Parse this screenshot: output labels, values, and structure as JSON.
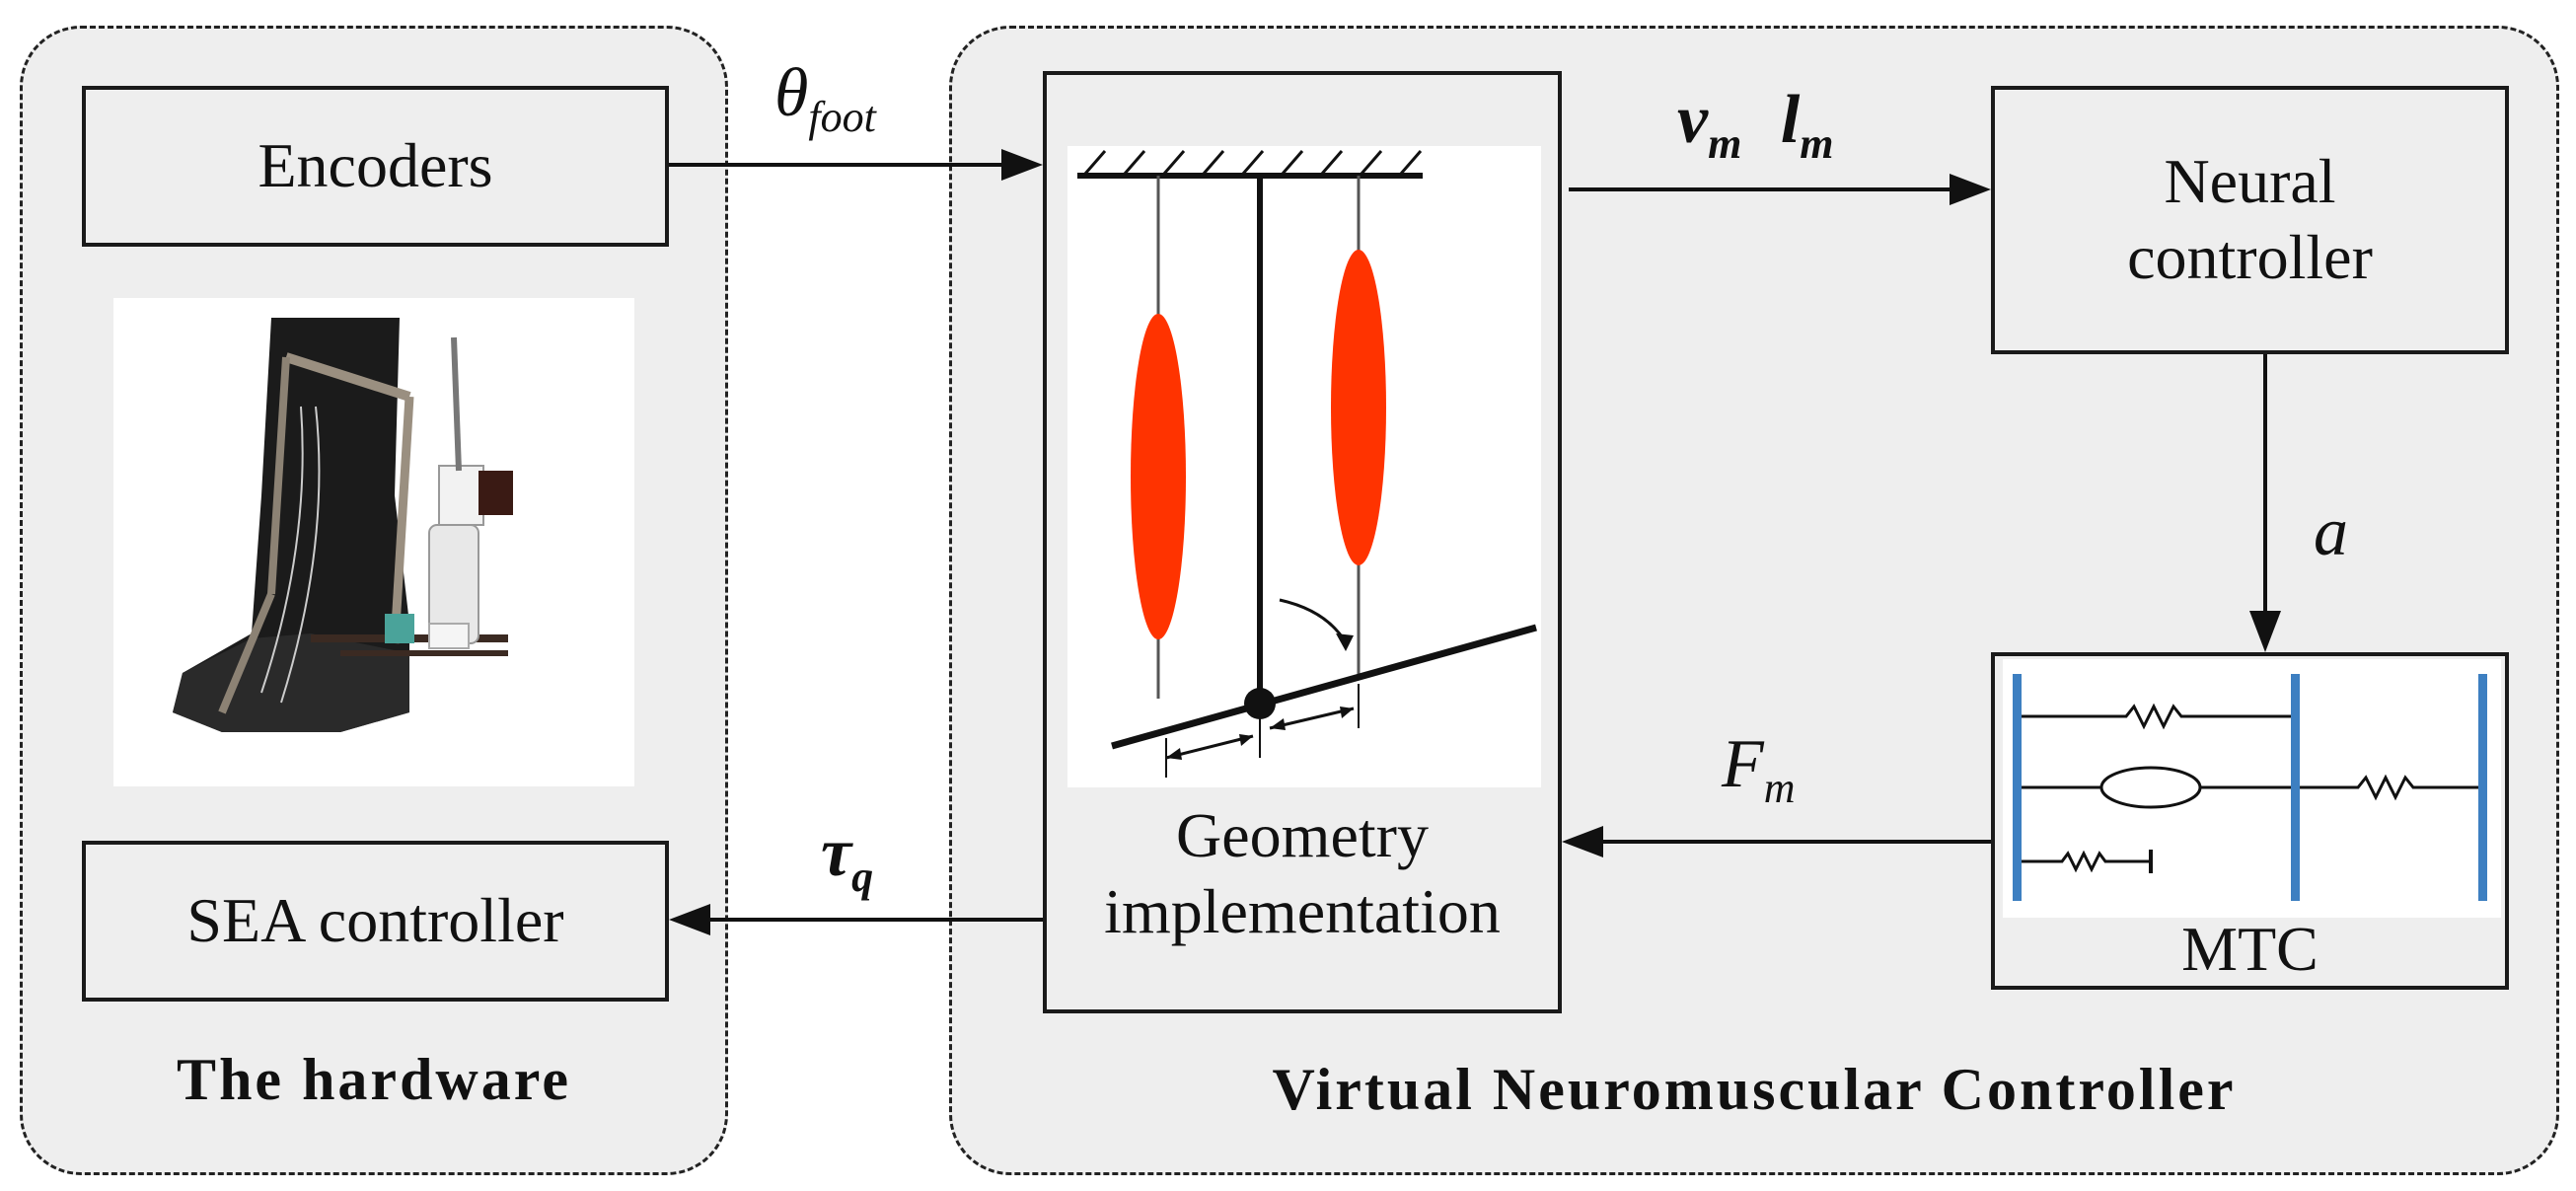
{
  "panels": {
    "hardware": {
      "caption": "The hardware"
    },
    "controller": {
      "caption": "Virtual Neuromuscular Controller"
    }
  },
  "boxes": {
    "encoders": "Encoders",
    "sea_controller": "SEA controller",
    "geometry_line1": "Geometry",
    "geometry_line2": "implementation",
    "neural_line1": "Neural",
    "neural_line2": "controller",
    "mtc": "MTC"
  },
  "signals": {
    "theta_symbol": "θ",
    "theta_sub": "foot",
    "v_symbol": "v",
    "v_sub": "m",
    "l_symbol": "l",
    "l_sub": "m",
    "a": "a",
    "f_symbol": "F",
    "f_sub": "m",
    "tau_symbol": "τ",
    "tau_sub": "q"
  },
  "colors": {
    "muscle": "#ff3300",
    "mtc_bar": "#3d7fc1",
    "panel_fill": "#eeeeee"
  }
}
